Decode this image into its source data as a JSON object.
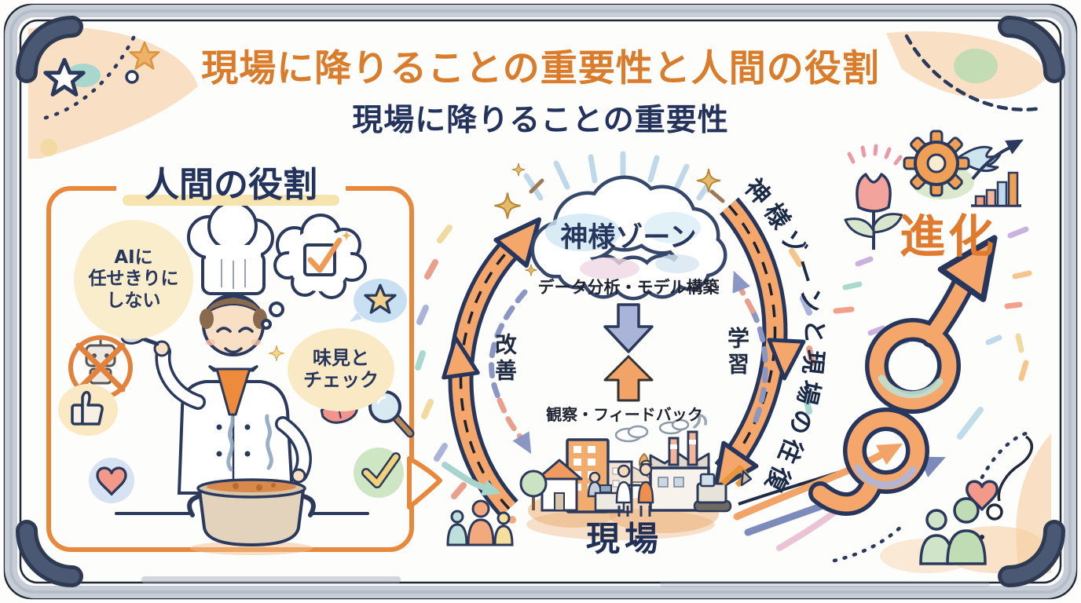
{
  "board": {
    "title": "現場に降りることの重要性と人間の役割",
    "subtitle": "現場に降りることの重要性"
  },
  "human_role_panel": {
    "heading": "人間の役割",
    "ai_bubble": {
      "lines": [
        "AIに",
        "任せきりに",
        "しない"
      ]
    },
    "tasting_bubble": {
      "lines": [
        "味見と",
        "チェック"
      ]
    }
  },
  "cycle": {
    "god_zone_label": "神様ゾーン",
    "god_zone_caption": "データ分析・モデル構築",
    "field_caption": "観察・フィードバック",
    "field_label": "現場",
    "improvement_label": "改善",
    "learning_label": "学習",
    "roundtrip_caption": "神様ゾーンと現場の往復"
  },
  "evolution_label": "進化",
  "icons": {
    "left_panel": [
      "robot-crossed-icon",
      "thumbs-up-icon",
      "heart-icon",
      "chef-illustration",
      "thought-check-icon",
      "star-bubble-icon",
      "tongue-icon",
      "magnifier-icon",
      "check-bubble-icon",
      "steaming-pot-icon"
    ],
    "center": [
      "god-zone-cloud",
      "down-arrow",
      "up-arrow",
      "improvement-arc-arrow",
      "learning-arc-arrow",
      "town-illustration",
      "people-trio-icon"
    ],
    "right": [
      "flower-icon",
      "winged-gear-icon",
      "growth-chart-icon",
      "spiral-arrow",
      "sweep-arrows",
      "people-pair-icon",
      "heart-icon"
    ]
  },
  "colors": {
    "title_orange": "#D97C2B",
    "navy": "#24335C",
    "panel_border": "#E8883C",
    "cream_bubble": "#FAEDCC",
    "peach_wash": "#F6C995",
    "arrow_orange": "#F4A66B",
    "periwinkle": "#8A96C4",
    "gold_sparkle": "#D9A84E",
    "evolution_orange": "#E07A2E"
  }
}
